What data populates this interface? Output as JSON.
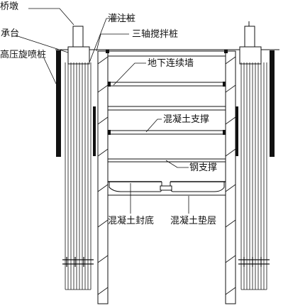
{
  "labels": {
    "pier": "桥墩",
    "pile_cap": "承台",
    "jet_grout_pile": "高压旋喷桩",
    "bored_pile": "灌注桩",
    "triaxial_mixing_pile": "三轴搅拌桩",
    "diaphragm_wall": "地下连续墙",
    "concrete_strut": "混凝土支撑",
    "steel_strut": "钢支撑",
    "concrete_bottom_seal": "混凝土封底",
    "concrete_cushion": "混凝土垫层"
  },
  "colors": {
    "line": "#111111",
    "fill_dark": "#111111",
    "background": "#ffffff"
  }
}
